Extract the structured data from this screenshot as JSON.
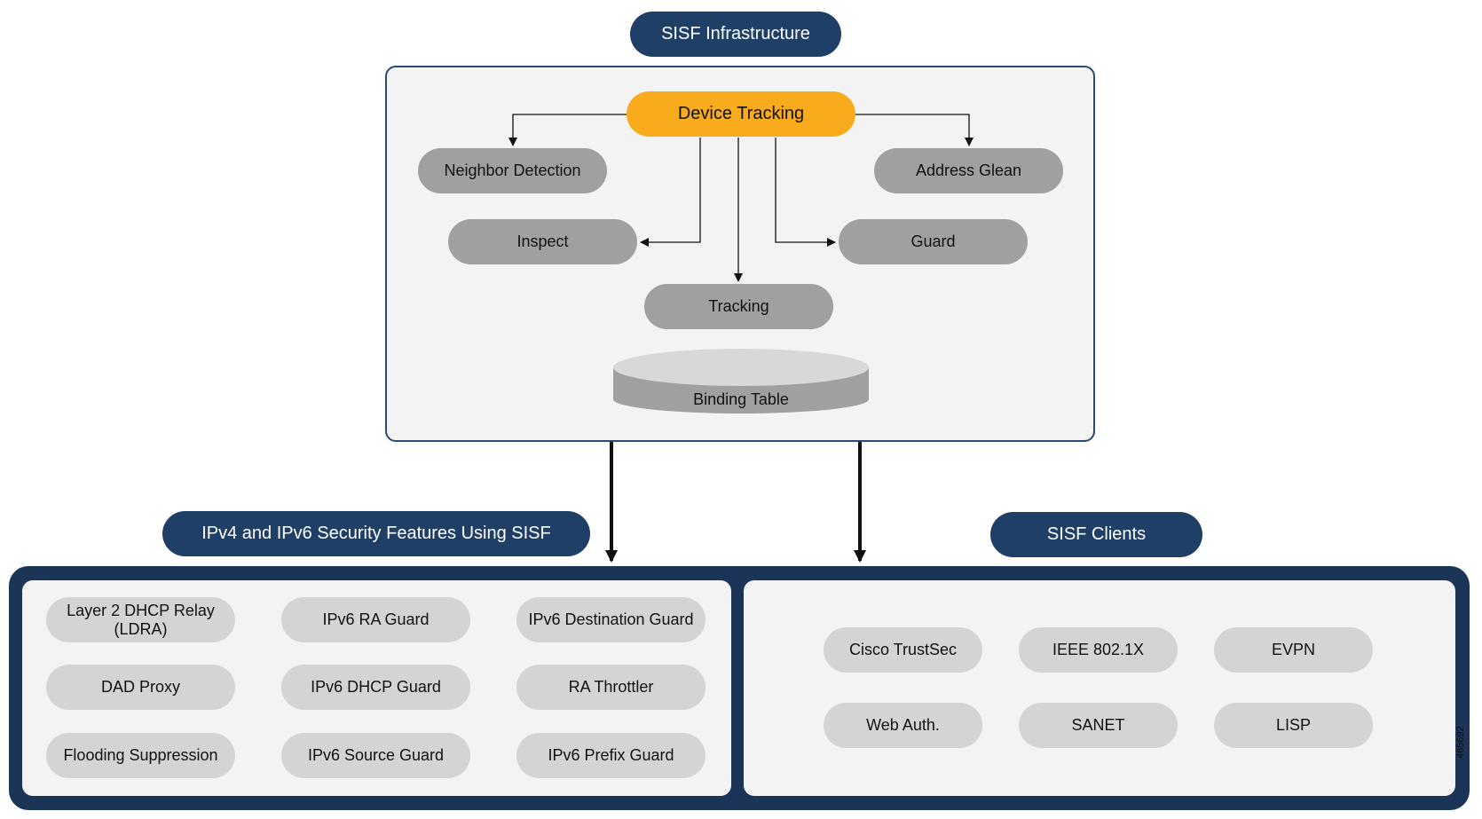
{
  "infrastructure": {
    "title": "SISF Infrastructure",
    "center": "Device Tracking",
    "nodes": {
      "neighbor_detection": "Neighbor Detection",
      "address_glean": "Address Glean",
      "inspect": "Inspect",
      "guard": "Guard",
      "tracking": "Tracking"
    },
    "binding_table": "Binding Table"
  },
  "security_features": {
    "title": "IPv4 and IPv6 Security Features Using SISF",
    "items": [
      "Layer 2 DHCP Relay (LDRA)",
      "IPv6 RA Guard",
      "IPv6 Destination Guard",
      "DAD Proxy",
      "IPv6 DHCP Guard",
      "RA Throttler",
      "Flooding Suppression",
      "IPv6 Source Guard",
      "IPv6 Prefix Guard"
    ]
  },
  "clients": {
    "title": "SISF Clients",
    "items": [
      "Cisco TrustSec",
      "IEEE 802.1X",
      "EVPN",
      "Web Auth.",
      "SANET",
      "LISP"
    ]
  },
  "figure_id": "465692",
  "colors": {
    "navy": "#1f3f66",
    "orange": "#f7ab1d",
    "node_gray": "#a0a0a3",
    "light_gray": "#d4d4d6",
    "panel": "#f3f3f3"
  }
}
